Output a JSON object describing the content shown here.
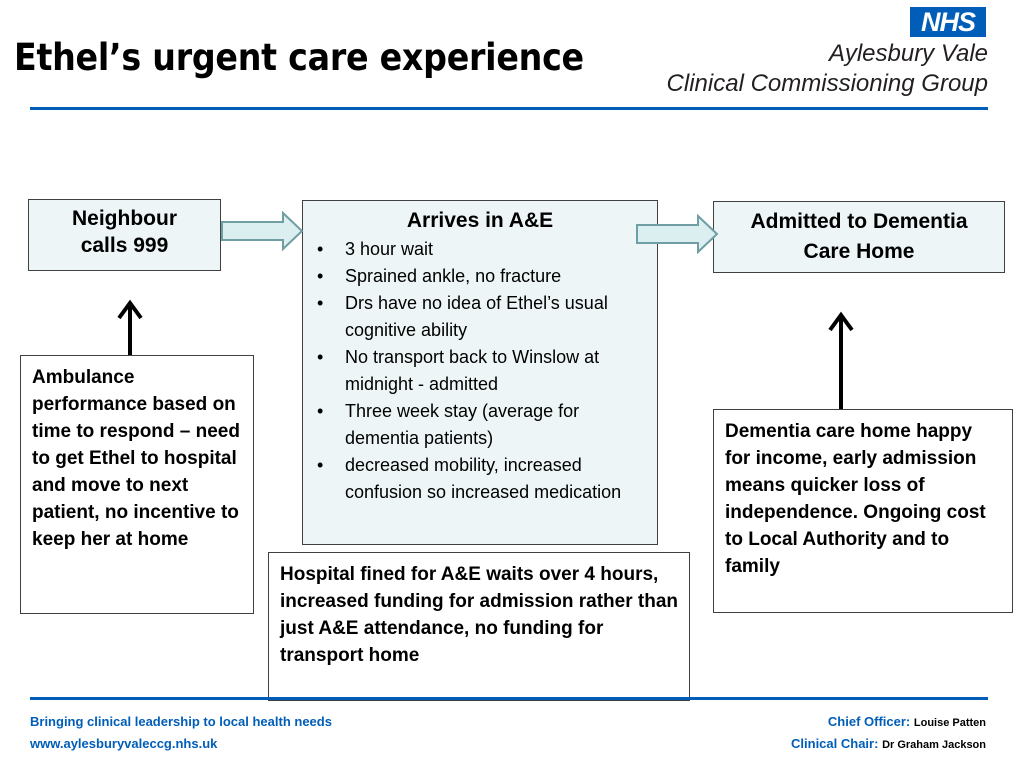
{
  "header": {
    "title": "Ethel’s urgent care experience",
    "logo_text": "NHS",
    "org_line1": "Aylesbury Vale",
    "org_line2": "Clinical Commissioning Group"
  },
  "flow": {
    "step1": {
      "line1": "Neighbour",
      "line2": "calls 999"
    },
    "step2": {
      "heading": "Arrives in A&E",
      "bullets": [
        "3 hour wait",
        "Sprained ankle, no fracture",
        "Drs have no idea of Ethel’s usual cognitive ability",
        "No transport back to Winslow at midnight - admitted",
        "Three week stay (average for dementia patients)",
        "decreased mobility, increased confusion so increased medication"
      ]
    },
    "step3": {
      "line1": "Admitted to Dementia",
      "line2": "Care Home"
    }
  },
  "notes": {
    "ambulance": "Ambulance performance based on time to respond – need to get Ethel to hospital and move to next patient, no incentive to keep her at home",
    "hospital": "Hospital fined for A&E waits over 4 hours, increased funding for admission rather than just A&E attendance, no funding for transport home",
    "dementia": "Dementia care home happy for income, early admission means quicker loss of independence. Ongoing cost to Local Authority and to family"
  },
  "footer": {
    "tagline": "Bringing clinical leadership to local health needs",
    "url": "www.aylesburyvaleccg.nhs.uk",
    "chief_label": "Chief Officer:",
    "chief_name": "Louise Patten",
    "chair_label": "Clinical Chair:",
    "chair_name": "Dr Graham Jackson"
  },
  "colors": {
    "brand_blue": "#005eb8",
    "box_fill": "#edf5f6",
    "arrow_fill": "#dbeef0",
    "arrow_stroke": "#6f9ea3"
  }
}
